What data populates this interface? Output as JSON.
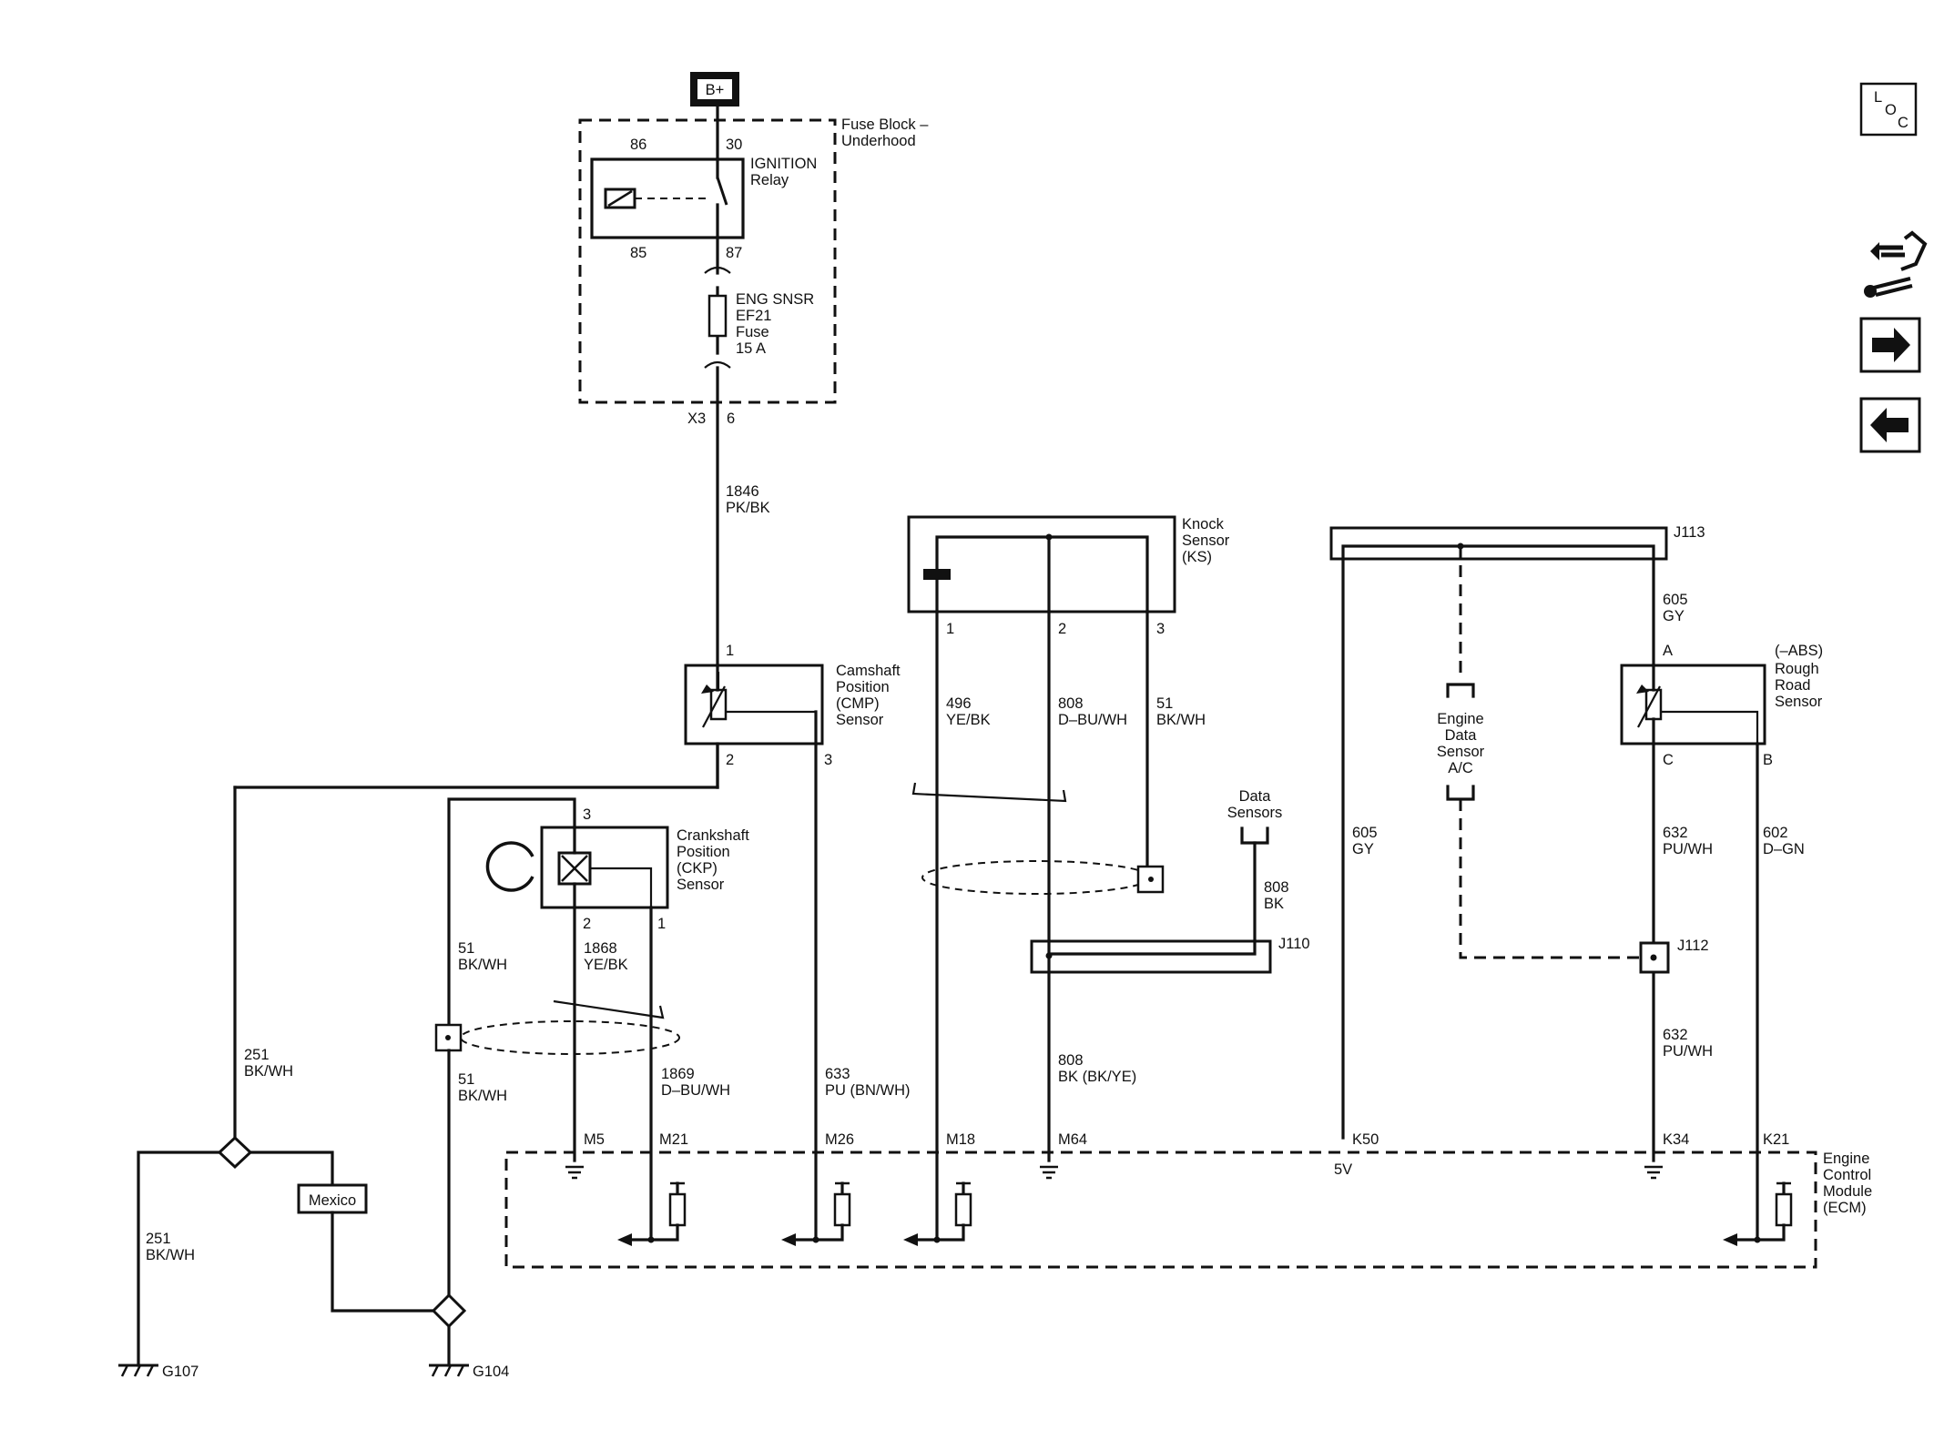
{
  "power": {
    "b_plus": "B+"
  },
  "fuse_block": {
    "title_line1": "Fuse Block –",
    "title_line2": "Underhood",
    "relay_name_line1": "IGNITION",
    "relay_name_line2": "Relay",
    "pin_86": "86",
    "pin_30": "30",
    "pin_85": "85",
    "pin_87": "87",
    "fuse_line1": "ENG SNSR",
    "fuse_line2": "EF21",
    "fuse_line3": "Fuse",
    "fuse_line4": "15 A",
    "connector": "X3",
    "connector_pin": "6"
  },
  "wires": {
    "w1846_num": "1846",
    "w1846_color": "PK/BK",
    "w251_num": "251",
    "w251_color": "BK/WH",
    "w251b_num": "251",
    "w251b_color": "BK/WH",
    "w51a_num": "51",
    "w51a_color": "BK/WH",
    "w51b_num": "51",
    "w51b_color": "BK/WH",
    "w1868_num": "1868",
    "w1868_color": "YE/BK",
    "w1869_num": "1869",
    "w1869_color": "D–BU/WH",
    "w633_num": "633",
    "w633_color": "PU (BN/WH)",
    "w496_num": "496",
    "w496_color": "YE/BK",
    "w808a_num": "808",
    "w808a_color": "D–BU/WH",
    "w51ks_num": "51",
    "w51ks_color": "BK/WH",
    "w808b_num": "808",
    "w808b_color": "BK",
    "w808c_num": "808",
    "w808c_color": "BK (BK/YE)",
    "w605a_num": "605",
    "w605a_color": "GY",
    "w605b_num": "605",
    "w605b_color": "GY",
    "w632a_num": "632",
    "w632a_color": "PU/WH",
    "w632b_num": "632",
    "w632b_color": "PU/WH",
    "w602_num": "602",
    "w602_color": "D–GN"
  },
  "cmp_sensor": {
    "line1": "Camshaft",
    "line2": "Position",
    "line3": "(CMP)",
    "line4": "Sensor",
    "pin1": "1",
    "pin2": "2",
    "pin3": "3"
  },
  "ckp_sensor": {
    "line1": "Crankshaft",
    "line2": "Position",
    "line3": "(CKP)",
    "line4": "Sensor",
    "pin3": "3",
    "pin2": "2",
    "pin1": "1"
  },
  "knock_sensor": {
    "line1": "Knock",
    "line2": "Sensor",
    "line3": "(KS)",
    "pin1": "1",
    "pin2": "2",
    "pin3": "3"
  },
  "rough_road": {
    "line1": "(–ABS)",
    "line2": "Rough",
    "line3": "Road",
    "line4": "Sensor",
    "pinA": "A",
    "pinC": "C",
    "pinB": "B"
  },
  "data_sensors": {
    "line1": "Data",
    "line2": "Sensors"
  },
  "engine_data_sensor": {
    "line1": "Engine",
    "line2": "Data",
    "line3": "Sensor",
    "line4": "A/C"
  },
  "splices": {
    "j110": "J110",
    "j112": "J112",
    "j113": "J113"
  },
  "option": {
    "mexico": "Mexico"
  },
  "grounds": {
    "g107": "G107",
    "g104": "G104"
  },
  "ecm": {
    "line1": "Engine",
    "line2": "Control",
    "line3": "Module",
    "line4": "(ECM)",
    "m5": "M5",
    "m21": "M21",
    "m26": "M26",
    "m18": "M18",
    "m64": "M64",
    "k50": "K50",
    "k34": "K34",
    "k21": "K21",
    "v5": "5V"
  },
  "nav": {
    "loc_l": "L",
    "loc_o": "O",
    "loc_c": "C",
    "connector_icon": "connector-wrench-icon",
    "next_icon": "arrow-right-icon",
    "prev_icon": "arrow-left-icon"
  }
}
